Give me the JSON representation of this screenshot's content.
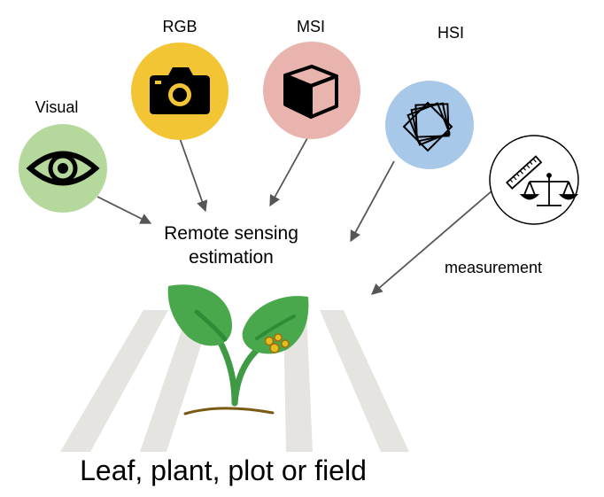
{
  "sources": [
    {
      "key": "visual",
      "label": "Visual",
      "icon": "eye-icon",
      "color": "#b5d99c"
    },
    {
      "key": "rgb",
      "label": "RGB",
      "icon": "camera-icon",
      "color": "#f3c534"
    },
    {
      "key": "msi",
      "label": "MSI",
      "icon": "cube-icon",
      "color": "#e9b4ad"
    },
    {
      "key": "hsi",
      "label": "HSI",
      "icon": "stacked-layers-icon",
      "color": "#a8c8ea"
    },
    {
      "key": "measurement",
      "label": "measurement",
      "icon": "ruler-and-scale-icon",
      "color": "#ffffff"
    }
  ],
  "center": {
    "line1": "Remote sensing",
    "line2": "estimation"
  },
  "target": {
    "label": "Leaf, plant, plot or field"
  },
  "colors": {
    "stripe": "#e6e4e1",
    "leaf": "#4aa84c",
    "vein": "#2e8b36",
    "stem": "#3f9a45",
    "soil": "#7a5a12",
    "spot": "#e2c11f",
    "arrow": "#555555"
  }
}
